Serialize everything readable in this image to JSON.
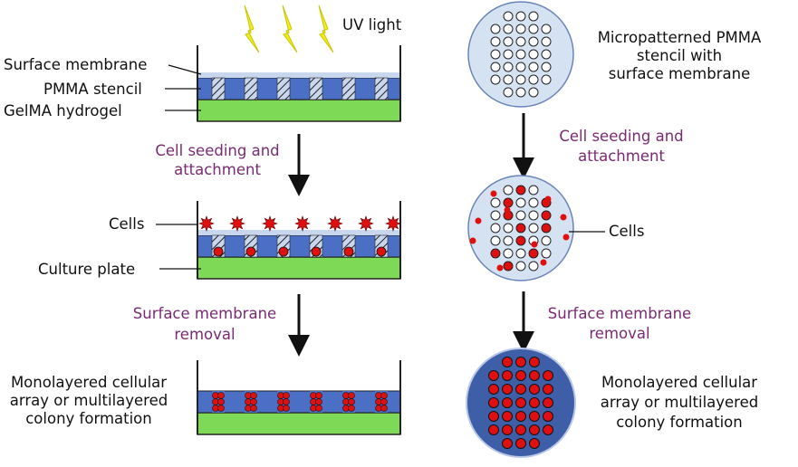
{
  "left": {
    "uv_label": "UV light",
    "layer_labels": {
      "surface_membrane": "Surface membrane",
      "pmma_stencil": "PMMA stencil",
      "gelma_hydrogel": "GelMA hydrogel"
    },
    "cells_label": "Cells",
    "culture_plate_label": "Culture plate",
    "final_label": [
      "Monolayered cellular",
      "array or multilayered",
      "colony formation"
    ]
  },
  "right": {
    "stencil_label": [
      "Micropatterned PMMA",
      "stencil with",
      "surface membrane"
    ],
    "cells_label": "Cells",
    "final_label": [
      "Monolayered cellular",
      "array or multilayered",
      "colony formation"
    ]
  },
  "steps": {
    "seeding": [
      "Cell seeding and",
      "attachment"
    ],
    "removal": [
      "Surface membrane",
      "removal"
    ]
  },
  "colors": {
    "membrane": "#c8d6ee",
    "stencil_blue": "#4a6fc4",
    "hydrogel_green": "#7ed957",
    "disc_light": "#d5e2f2",
    "disc_dark": "#3f5ea8",
    "cell_red": "#e01010",
    "uv_yellow": "#f2ee1c",
    "step_text": "#7a2a72"
  }
}
